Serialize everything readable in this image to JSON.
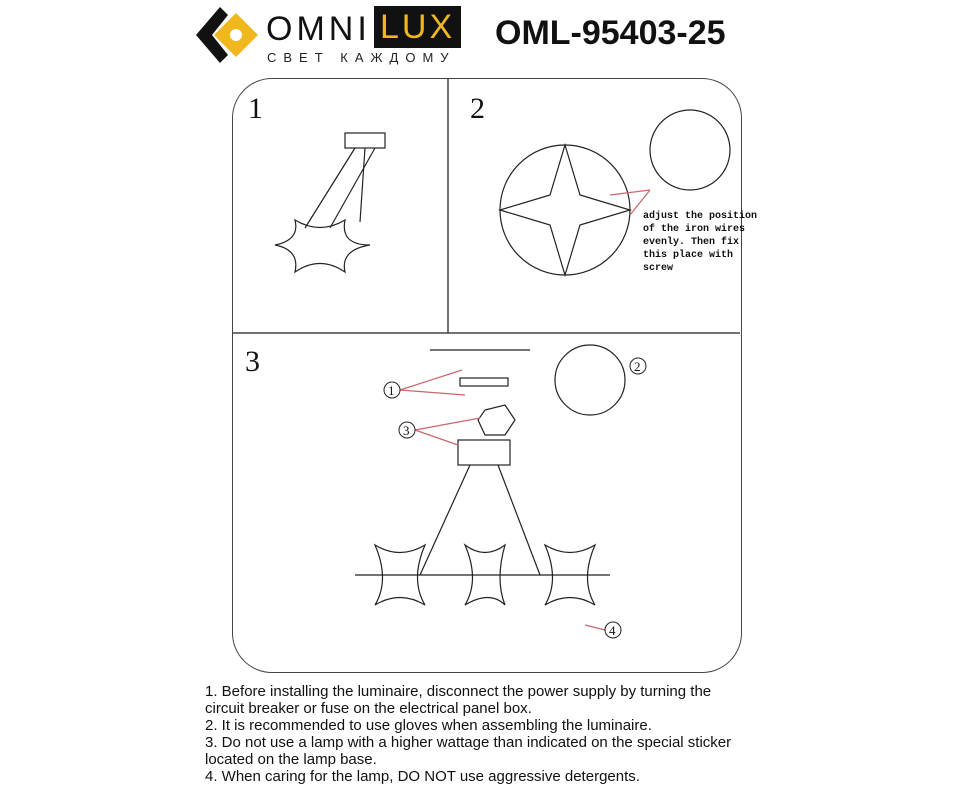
{
  "header": {
    "brand_left": "OMNI",
    "brand_right": "LUX",
    "tagline": "СВЕТ КАЖДОМУ",
    "model": "OML-95403-25"
  },
  "steps": [
    {
      "number": "1"
    },
    {
      "number": "2"
    },
    {
      "number": "3"
    }
  ],
  "step2_note": "adjust the position\nof the iron wires\nevenly. Then fix\nthis place with\nscrew",
  "callouts": [
    "1",
    "2",
    "3",
    "4"
  ],
  "instructions": [
    "1. Before installing the luminaire, disconnect the power supply by turning the",
    "circuit breaker or fuse on the electrical panel box.",
    "2. It is recommended to use gloves when assembling the luminaire.",
    "3. Do not use a lamp with a higher wattage than indicated on the special sticker",
    "located on the lamp base.",
    "4. When caring for the lamp, DO NOT use aggressive detergents."
  ],
  "colors": {
    "logo_yellow": "#f0b81c",
    "callout_red": "#c9676e"
  }
}
